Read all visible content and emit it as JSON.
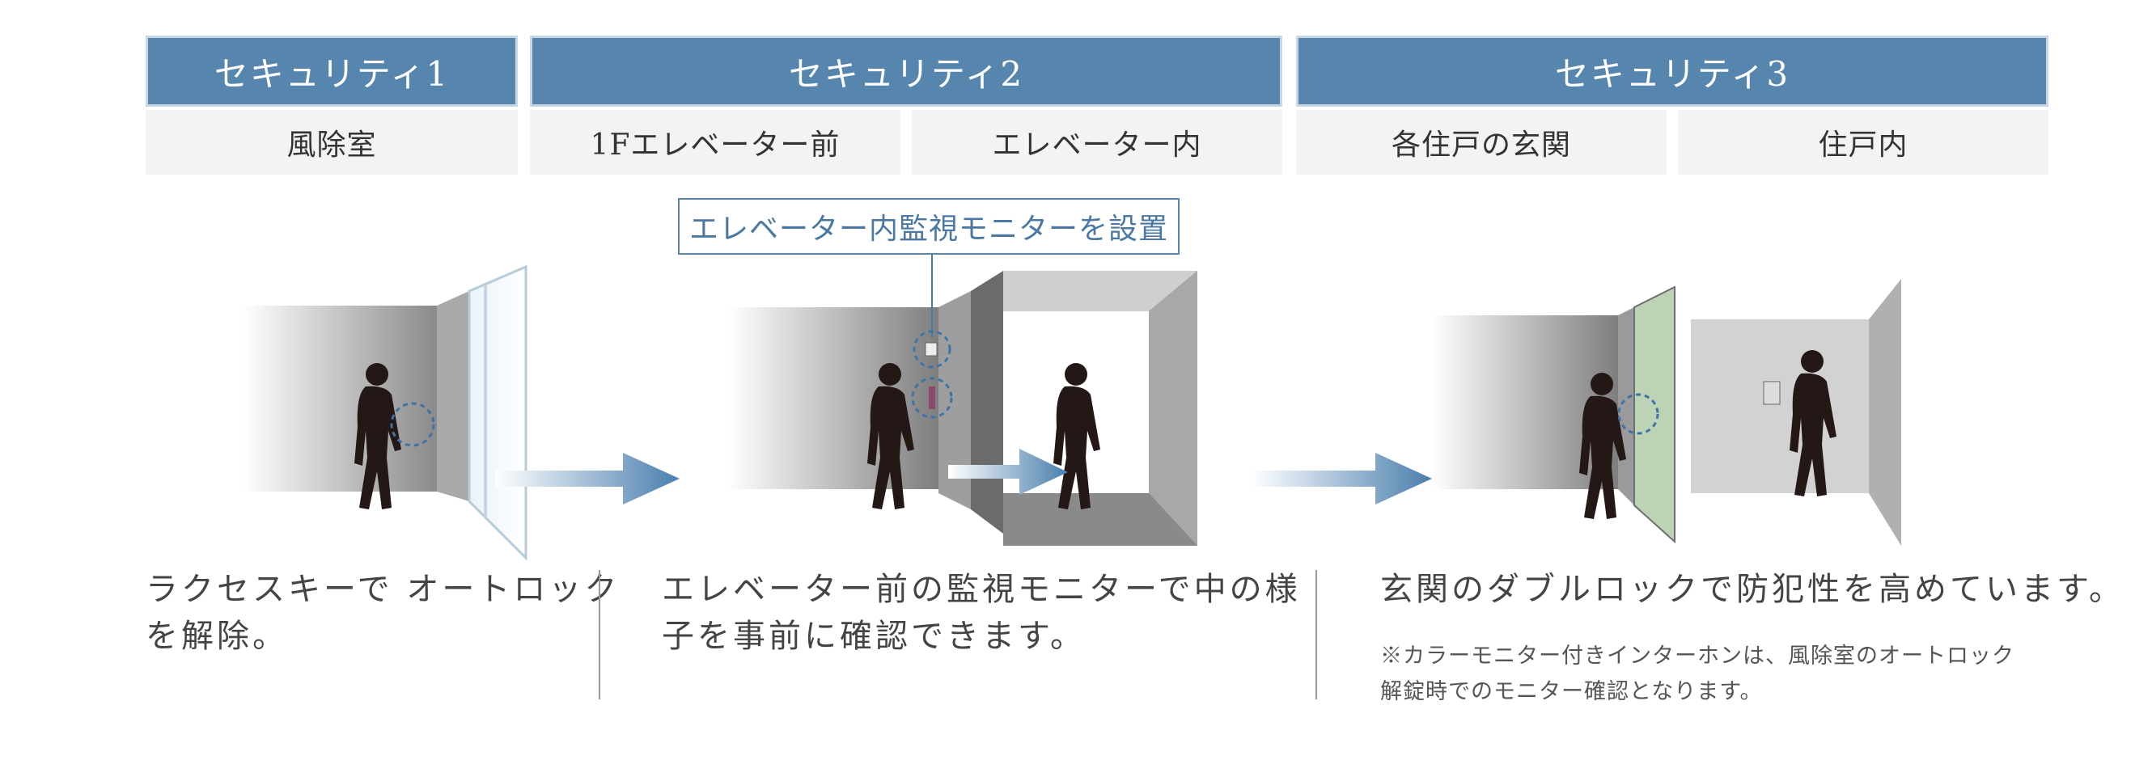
{
  "headers": {
    "security1": "セキュリティ1",
    "security2": "セキュリティ2",
    "security3": "セキュリティ3"
  },
  "steps": {
    "windbreak_room": "風除室",
    "elevator_front": "1Fエレベーター前",
    "elevator_inside": "エレベーター内",
    "entrance": "各住戸の玄関",
    "dwelling_inside": "住戸内"
  },
  "callout": "エレベーター内監視モニターを設置",
  "descriptions": {
    "d1_line1": "ラクセスキーで オートロック",
    "d1_line2": "を解除。",
    "d2_line1": "エレベーター前の監視モニターで中の様",
    "d2_line2": "子を事前に確認できます。",
    "d3_line1": "玄関のダブルロックで防犯性を高めています。"
  },
  "note": {
    "line1": "※カラーモニター付きインターホンは、風除室のオートロック",
    "line2": "解錠時でのモニター確認となります。"
  },
  "colors": {
    "header_blue": "#5685ae",
    "sub_bg": "#f3f3f3",
    "arrow_blue": "#4a7fad",
    "door_green": "#bcd3b6",
    "highlight_ring": "#3f73a8"
  },
  "icons": {
    "arrow": "right-arrow-icon",
    "person": "person-silhouette-icon",
    "ring": "dashed-circle-highlight-icon"
  }
}
